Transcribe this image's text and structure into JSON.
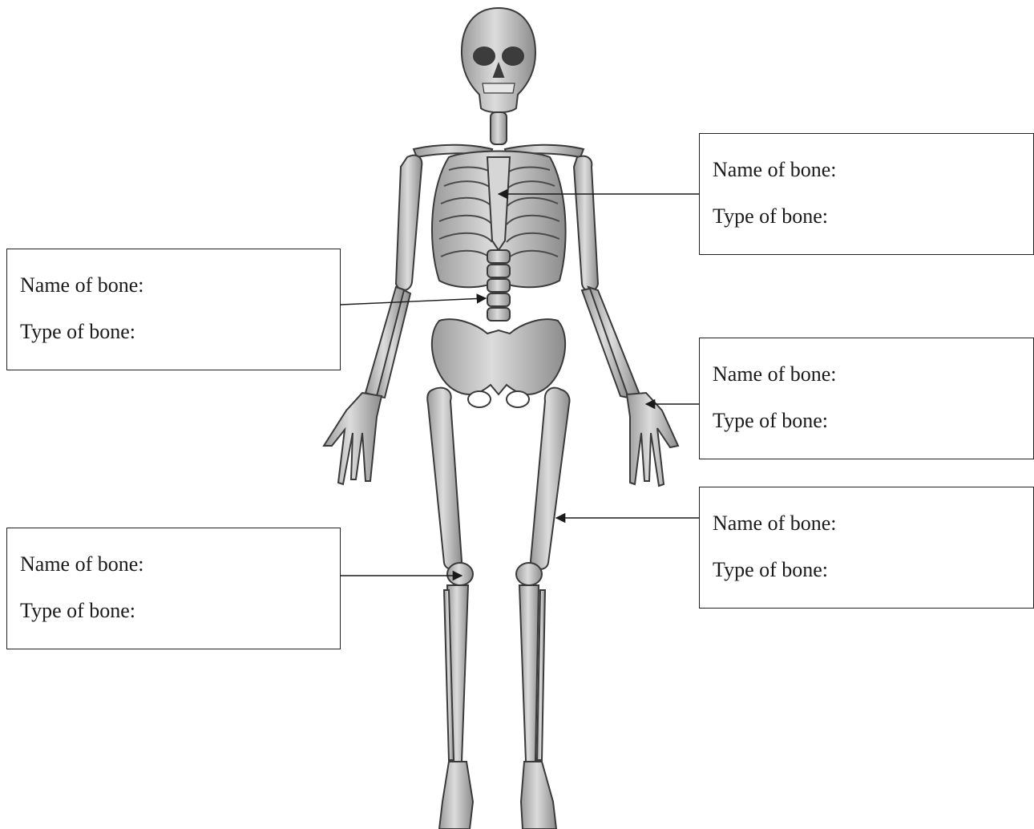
{
  "labels": [
    {
      "name": "Name of bone:",
      "type": "Type of bone:"
    },
    {
      "name": "Name of bone:",
      "type": "Type of bone:"
    },
    {
      "name": "Name of bone:",
      "type": "Type of bone:"
    },
    {
      "name": "Name of bone:",
      "type": "Type of bone:"
    },
    {
      "name": "Name of bone:",
      "type": "Type of bone:"
    }
  ],
  "colors": {
    "bone": "#c9c9c9",
    "bone_shadow": "#7a7a7a",
    "outline": "#3a3a3a",
    "line": "#1a1a1a"
  }
}
